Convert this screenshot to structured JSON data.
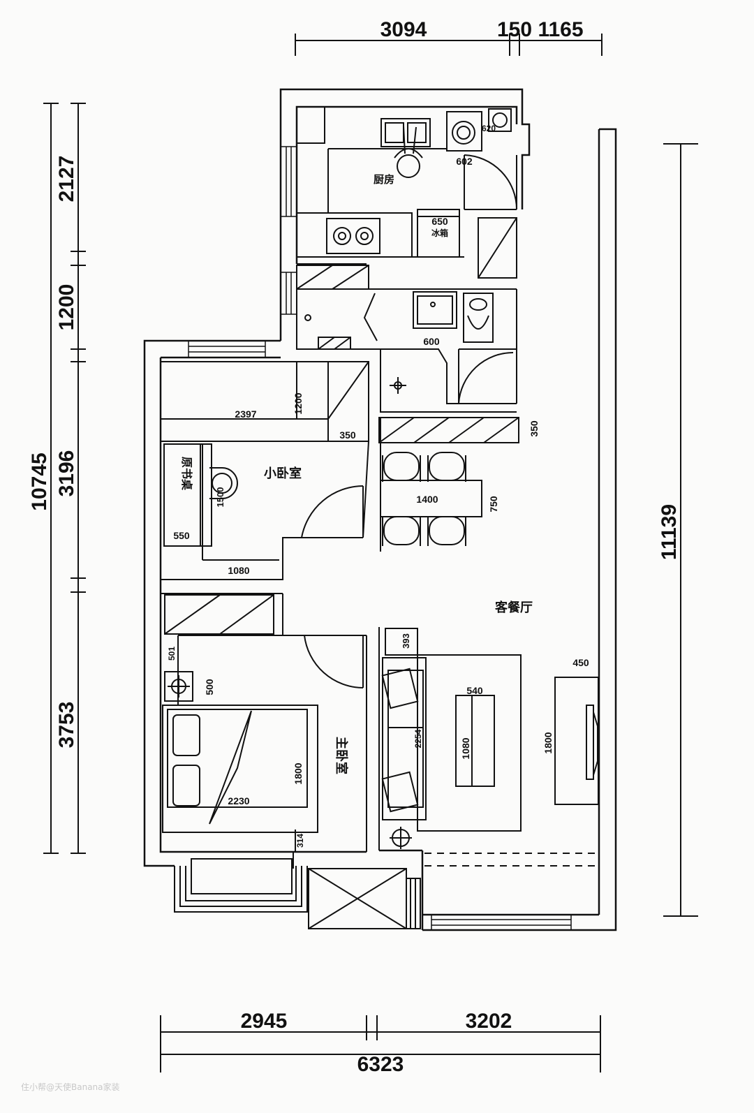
{
  "plan": {
    "top_dims": [
      "3094",
      "150",
      "1165"
    ],
    "left_outer_dim": "10745",
    "left_dims": [
      "2127",
      "1200",
      "3196",
      "3753"
    ],
    "right_dim": "11139",
    "bottom_dims": [
      "2945",
      "3202"
    ],
    "bottom_total": "6323",
    "rooms": {
      "kitchen": "厨房",
      "small_bedroom": "小卧室",
      "master_bedroom": "主卧室",
      "living_dining": "客餐厅"
    },
    "labels": {
      "desk": "原书桌",
      "k_602": "602",
      "k_650": "650",
      "k_fridge": "冰箱",
      "k_620": "620",
      "b_600": "600",
      "sb_2397": "2397",
      "sb_1200": "1200",
      "sb_350": "350",
      "sb_1500": "1500",
      "sb_550": "550",
      "sb_1080": "1080",
      "d_350": "350",
      "d_1400": "1400",
      "d_750": "750",
      "m_501": "501",
      "m_500": "500",
      "m_1800": "1800",
      "m_2230": "2230",
      "m_314": "314",
      "l_393": "393",
      "l_540": "540",
      "l_2254": "2254",
      "l_1080": "1080",
      "l_450": "450",
      "l_1800": "1800"
    },
    "watermark": "住小帮@天使Banana家装"
  }
}
